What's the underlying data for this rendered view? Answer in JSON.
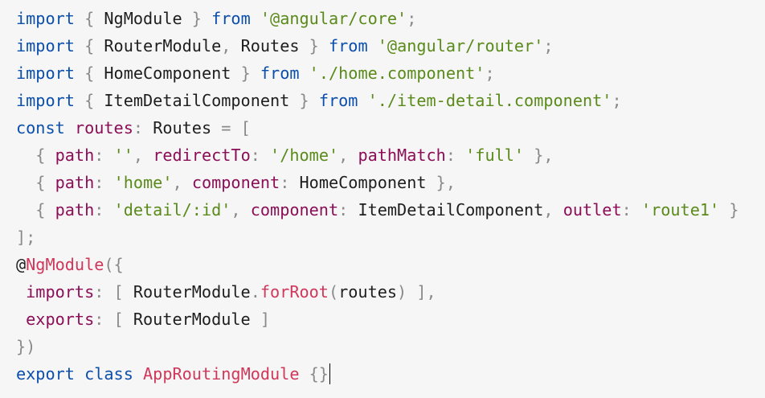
{
  "colors": {
    "background": "#f6f6f6",
    "keyword": "#0b4eab",
    "string": "#5a8a1a",
    "punctuation": "#8a8a8a",
    "identifier": "#1e1e1e",
    "property": "#8b0e57",
    "function": "#d0375a"
  },
  "code": {
    "lines": [
      [
        {
          "t": "import",
          "c": "keyword"
        },
        {
          "t": " { ",
          "c": "punctuation"
        },
        {
          "t": "NgModule",
          "c": "identifier"
        },
        {
          "t": " } ",
          "c": "punctuation"
        },
        {
          "t": "from",
          "c": "keyword"
        },
        {
          "t": " ",
          "c": "identifier"
        },
        {
          "t": "'@angular/core'",
          "c": "string"
        },
        {
          "t": ";",
          "c": "punctuation"
        }
      ],
      [
        {
          "t": "import",
          "c": "keyword"
        },
        {
          "t": " { ",
          "c": "punctuation"
        },
        {
          "t": "RouterModule",
          "c": "identifier"
        },
        {
          "t": ", ",
          "c": "punctuation"
        },
        {
          "t": "Routes",
          "c": "identifier"
        },
        {
          "t": " } ",
          "c": "punctuation"
        },
        {
          "t": "from",
          "c": "keyword"
        },
        {
          "t": " ",
          "c": "identifier"
        },
        {
          "t": "'@angular/router'",
          "c": "string"
        },
        {
          "t": ";",
          "c": "punctuation"
        }
      ],
      [
        {
          "t": "import",
          "c": "keyword"
        },
        {
          "t": " { ",
          "c": "punctuation"
        },
        {
          "t": "HomeComponent",
          "c": "identifier"
        },
        {
          "t": " } ",
          "c": "punctuation"
        },
        {
          "t": "from",
          "c": "keyword"
        },
        {
          "t": " ",
          "c": "identifier"
        },
        {
          "t": "'./home.component'",
          "c": "string"
        },
        {
          "t": ";",
          "c": "punctuation"
        }
      ],
      [
        {
          "t": "import",
          "c": "keyword"
        },
        {
          "t": " { ",
          "c": "punctuation"
        },
        {
          "t": "ItemDetailComponent",
          "c": "identifier"
        },
        {
          "t": " } ",
          "c": "punctuation"
        },
        {
          "t": "from",
          "c": "keyword"
        },
        {
          "t": " ",
          "c": "identifier"
        },
        {
          "t": "'./item-detail.component'",
          "c": "string"
        },
        {
          "t": ";",
          "c": "punctuation"
        }
      ],
      [
        {
          "t": "const",
          "c": "keyword"
        },
        {
          "t": " ",
          "c": "identifier"
        },
        {
          "t": "routes",
          "c": "property"
        },
        {
          "t": ": ",
          "c": "punctuation"
        },
        {
          "t": "Routes",
          "c": "identifier"
        },
        {
          "t": " = [",
          "c": "punctuation"
        }
      ],
      [
        {
          "t": "  { ",
          "c": "punctuation"
        },
        {
          "t": "path",
          "c": "property"
        },
        {
          "t": ": ",
          "c": "punctuation"
        },
        {
          "t": "''",
          "c": "string"
        },
        {
          "t": ", ",
          "c": "punctuation"
        },
        {
          "t": "redirectTo",
          "c": "property"
        },
        {
          "t": ": ",
          "c": "punctuation"
        },
        {
          "t": "'/home'",
          "c": "string"
        },
        {
          "t": ", ",
          "c": "punctuation"
        },
        {
          "t": "pathMatch",
          "c": "property"
        },
        {
          "t": ": ",
          "c": "punctuation"
        },
        {
          "t": "'full'",
          "c": "string"
        },
        {
          "t": " },",
          "c": "punctuation"
        }
      ],
      [
        {
          "t": "  { ",
          "c": "punctuation"
        },
        {
          "t": "path",
          "c": "property"
        },
        {
          "t": ": ",
          "c": "punctuation"
        },
        {
          "t": "'home'",
          "c": "string"
        },
        {
          "t": ", ",
          "c": "punctuation"
        },
        {
          "t": "component",
          "c": "property"
        },
        {
          "t": ": ",
          "c": "punctuation"
        },
        {
          "t": "HomeComponent",
          "c": "identifier"
        },
        {
          "t": " },",
          "c": "punctuation"
        }
      ],
      [
        {
          "t": "  { ",
          "c": "punctuation"
        },
        {
          "t": "path",
          "c": "property"
        },
        {
          "t": ": ",
          "c": "punctuation"
        },
        {
          "t": "'detail/:id'",
          "c": "string"
        },
        {
          "t": ", ",
          "c": "punctuation"
        },
        {
          "t": "component",
          "c": "property"
        },
        {
          "t": ": ",
          "c": "punctuation"
        },
        {
          "t": "ItemDetailComponent",
          "c": "identifier"
        },
        {
          "t": ", ",
          "c": "punctuation"
        },
        {
          "t": "outlet",
          "c": "property"
        },
        {
          "t": ": ",
          "c": "punctuation"
        },
        {
          "t": "'route1'",
          "c": "string"
        },
        {
          "t": " }",
          "c": "punctuation"
        }
      ],
      [
        {
          "t": "];",
          "c": "punctuation"
        }
      ],
      [
        {
          "t": "@",
          "c": "identifier"
        },
        {
          "t": "NgModule",
          "c": "function"
        },
        {
          "t": "({",
          "c": "punctuation"
        }
      ],
      [
        {
          "t": " ",
          "c": "identifier"
        },
        {
          "t": "imports",
          "c": "property"
        },
        {
          "t": ": [ ",
          "c": "punctuation"
        },
        {
          "t": "RouterModule",
          "c": "identifier"
        },
        {
          "t": ".",
          "c": "punctuation"
        },
        {
          "t": "forRoot",
          "c": "function"
        },
        {
          "t": "(",
          "c": "punctuation"
        },
        {
          "t": "routes",
          "c": "identifier"
        },
        {
          "t": ") ],",
          "c": "punctuation"
        }
      ],
      [
        {
          "t": " ",
          "c": "identifier"
        },
        {
          "t": "exports",
          "c": "property"
        },
        {
          "t": ": [ ",
          "c": "punctuation"
        },
        {
          "t": "RouterModule",
          "c": "identifier"
        },
        {
          "t": " ]",
          "c": "punctuation"
        }
      ],
      [
        {
          "t": "})",
          "c": "punctuation"
        }
      ],
      [
        {
          "t": "export",
          "c": "keyword"
        },
        {
          "t": " ",
          "c": "identifier"
        },
        {
          "t": "class",
          "c": "keyword"
        },
        {
          "t": " ",
          "c": "identifier"
        },
        {
          "t": "AppRoutingModule",
          "c": "function"
        },
        {
          "t": " {}",
          "c": "punctuation"
        }
      ]
    ]
  }
}
